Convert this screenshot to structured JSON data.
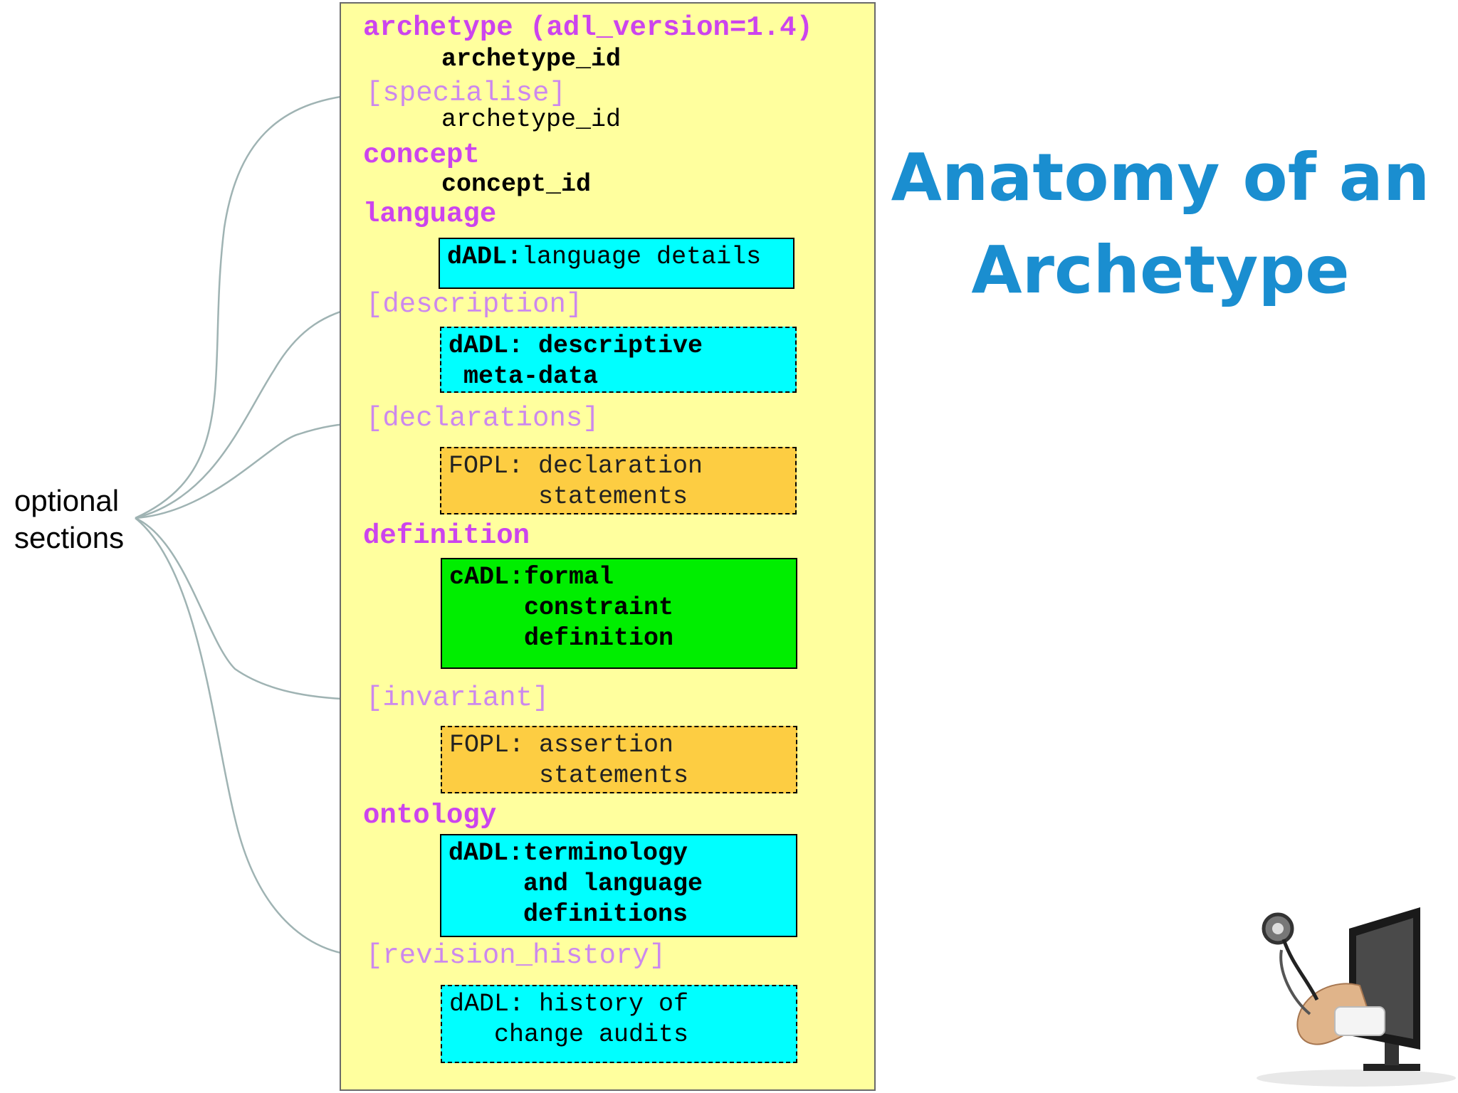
{
  "title": {
    "line1": "Anatomy of an",
    "line2": "Archetype"
  },
  "side_label": {
    "line1": "optional",
    "line2": "sections"
  },
  "archetype": {
    "header": "archetype (adl_version=1.4)",
    "archetype_id": "archetype_id",
    "specialise": "[specialise]",
    "specialise_id": "archetype_id",
    "concept": "concept",
    "concept_id": "concept_id",
    "language": "language",
    "language_box": {
      "prefix": "dADL:",
      "text": "language details"
    },
    "description": "[description]",
    "description_box": {
      "prefix": "dADL: descriptive",
      "line2": " meta-data"
    },
    "declarations": "[declarations]",
    "declarations_box": {
      "line1": "FOPL: declaration",
      "line2": "      statements"
    },
    "definition": "definition",
    "definition_box": {
      "line1": "cADL:formal",
      "line2": "     constraint",
      "line3": "     definition"
    },
    "invariant": "[invariant]",
    "invariant_box": {
      "line1": "FOPL: assertion",
      "line2": "      statements"
    },
    "ontology": "ontology",
    "ontology_box": {
      "line1": "dADL:terminology",
      "line2": "     and language",
      "line3": "     definitions"
    },
    "revision_history": "[revision_history]",
    "revision_box": {
      "line1": "dADL: history of",
      "line2": "   change audits"
    }
  },
  "colors": {
    "panel": "#ffff9e",
    "keyword": "#cc44ee",
    "optional": "#cc88ee",
    "cyan_box": "#00ffff",
    "orange_box": "#fdcd42",
    "green_box": "#00ee00",
    "title": "#1a8ed0",
    "arrow": "#9fb3b3"
  },
  "icons": {
    "clipart": "doctor-stethoscope-monitor-icon"
  }
}
